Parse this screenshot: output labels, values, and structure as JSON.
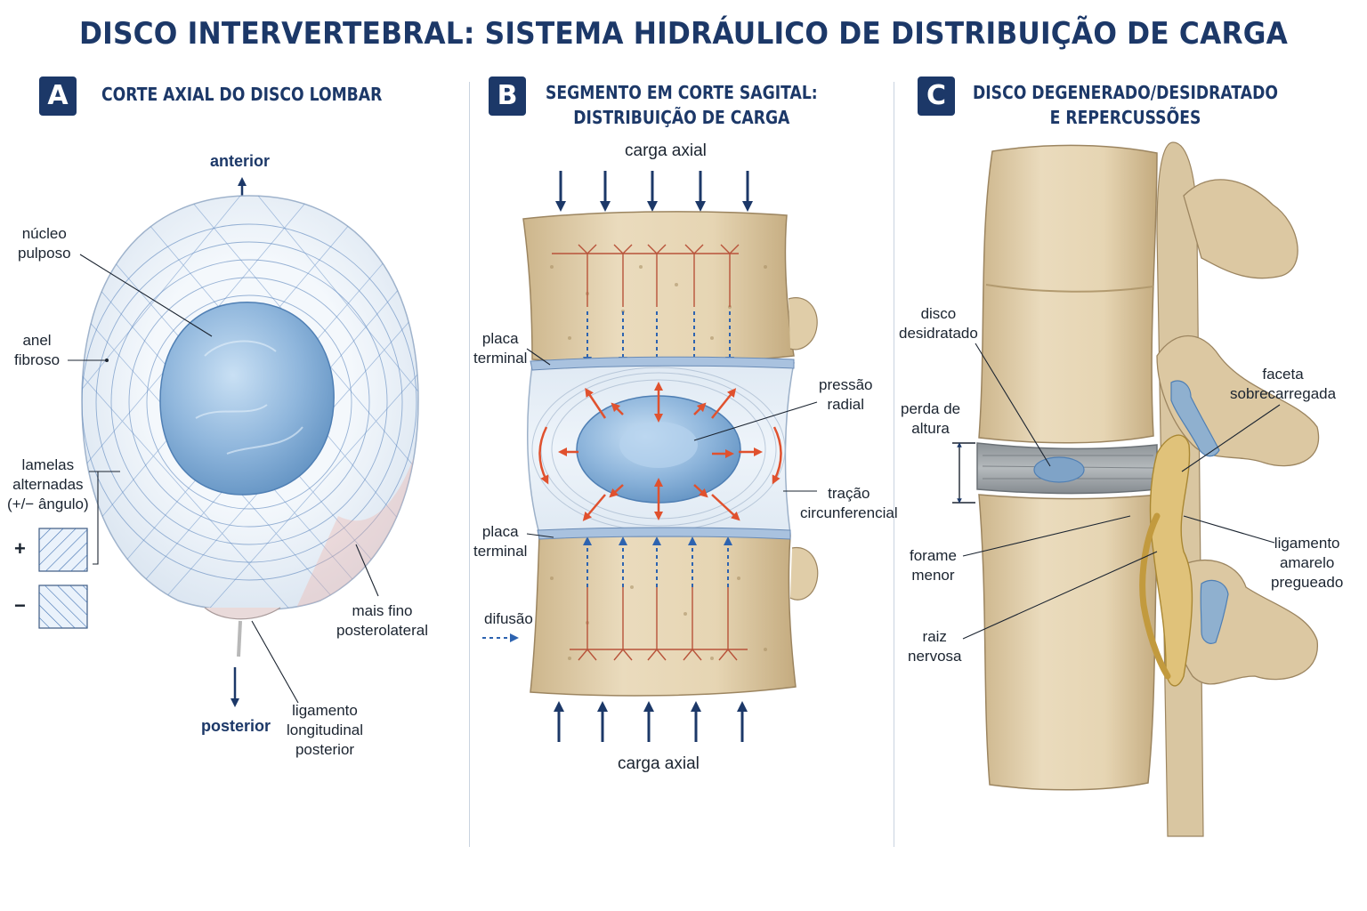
{
  "title": "DISCO INTERVERTEBRAL: SISTEMA HIDRÁULICO DE DISTRIBUIÇÃO DE CARGA",
  "panels": {
    "a": {
      "letter": "A",
      "title": "CORTE AXIAL DO DISCO LOMBAR",
      "labels": {
        "anterior": "anterior",
        "posterior": "posterior",
        "nucleus_l1": "núcleo",
        "nucleus_l2": "pulposo",
        "annulus_l1": "anel",
        "annulus_l2": "fibroso",
        "lamellae_l1": "lamelas",
        "lamellae_l2": "alternadas",
        "lamellae_l3": "(+/− ângulo)",
        "plus": "+",
        "minus": "−",
        "thin_l1": "mais fino",
        "thin_l2": "posterolateral",
        "plp_l1": "ligamento",
        "plp_l2": "longitudinal",
        "plp_l3": "posterior"
      }
    },
    "b": {
      "letter": "B",
      "title_l1": "SEGMENTO EM CORTE SAGITAL:",
      "title_l2": "DISTRIBUIÇÃO DE CARGA",
      "labels": {
        "axial_load_top": "carga axial",
        "axial_load_bottom": "carga axial",
        "endplate_top_l1": "placa",
        "endplate_top_l2": "terminal",
        "endplate_bottom_l1": "placa",
        "endplate_bottom_l2": "terminal",
        "radial_l1": "pressão",
        "radial_l2": "radial",
        "hoop_l1": "tração",
        "hoop_l2": "circunferencial",
        "diffusion": "difusão"
      }
    },
    "c": {
      "letter": "C",
      "title_l1": "DISCO DEGENERADO/DESIDRATADO",
      "title_l2": "E REPERCUSSÕES",
      "labels": {
        "dehydrated_l1": "disco",
        "dehydrated_l2": "desidratado",
        "height_l1": "perda de",
        "height_l2": "altura",
        "foramen_l1": "forame",
        "foramen_l2": "menor",
        "root_l1": "raiz",
        "root_l2": "nervosa",
        "facet_l1": "faceta",
        "facet_l2": "sobrecarregada",
        "lig_l1": "ligamento",
        "lig_l2": "amarelo",
        "lig_l3": "pregueado"
      }
    }
  },
  "colors": {
    "navy": "#1c3868",
    "bone": "#e3d1ae",
    "nucleus": "#8fb6dc",
    "annulus": "#e6eef6",
    "stress_arrow": "#e0512e",
    "nerve": "#d6b15a"
  }
}
